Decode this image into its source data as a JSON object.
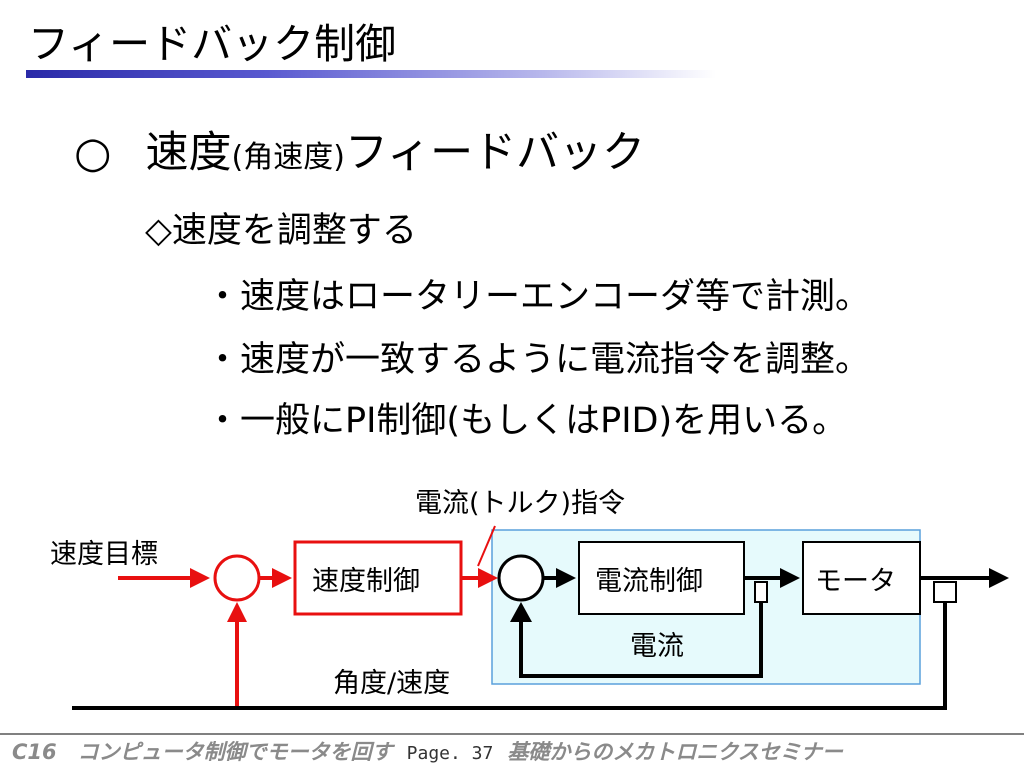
{
  "slide": {
    "title": "フィードバック制御",
    "heading_marker": "○",
    "heading_main": "速度",
    "heading_paren": "(角速度)",
    "heading_rest": "フィードバック",
    "subheading": "◇速度を調整する",
    "bullets": [
      "・速度はロータリーエンコーダ等で計測。",
      "・速度が一致するように電流指令を調整。",
      "・一般にPI制御(もしくはPID)を用いる。"
    ]
  },
  "diagram": {
    "input_label": "速度目標",
    "speed_control_label": "速度制御",
    "current_command_label": "電流(トルク)指令",
    "current_control_label": "電流制御",
    "motor_label": "モータ",
    "current_feedback_label": "電流",
    "angle_speed_label": "角度/速度",
    "colors": {
      "speed_loop": "#e81010",
      "current_loop_bg": "#e6fafc",
      "current_loop_border": "#5aa0dc",
      "line": "#000000"
    }
  },
  "footer": {
    "left_text": "C16　コンピュータ制御でモータを回す",
    "page_text": "Page. 37",
    "right_text": "基礎からのメカトロニクスセミナー"
  }
}
